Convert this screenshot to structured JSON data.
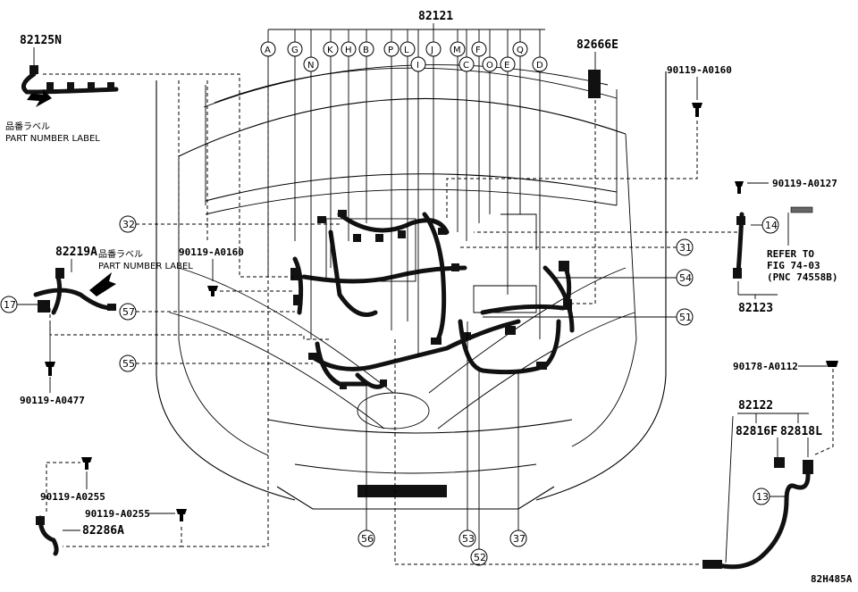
{
  "main_part": "82121",
  "callout_letters": [
    "A",
    "G",
    "N",
    "K",
    "H",
    "B",
    "P",
    "L",
    "I",
    "J",
    "M",
    "C",
    "F",
    "O",
    "E",
    "Q",
    "D"
  ],
  "callout_numbers": {
    "n32": "32",
    "n31": "31",
    "n54": "54",
    "n51": "51",
    "n57": "57",
    "n55": "55",
    "n17": "17",
    "n14": "14",
    "n13": "13",
    "n56": "56",
    "n53": "53",
    "n52": "52",
    "n37": "37"
  },
  "parts": {
    "p82125N": "82125N",
    "p82666E": "82666E",
    "p82219A": "82219A",
    "p82123": "82123",
    "p82122": "82122",
    "p82816F": "82816F",
    "p82818L": "82818L",
    "p82286A": "82286A",
    "bolt_0160_top": "90119-A0160",
    "bolt_0160_mid": "90119-A0160",
    "bolt_0127": "90119-A0127",
    "bolt_0477": "90119-A0477",
    "bolt_0112": "90178-A0112",
    "bolt_0255_a": "90119-A0255",
    "bolt_0255_b": "90119-A0255"
  },
  "label_jp_1": "品番ラベル",
  "label_en_1": "PART NUMBER LABEL",
  "label_jp_2": "品番ラベル",
  "label_en_2": "PART NUMBER LABEL",
  "refer": {
    "line1": "REFER TO",
    "line2": "FIG 74-03",
    "line3": "(PNC 74558B)"
  },
  "figure_code": "82H485A"
}
